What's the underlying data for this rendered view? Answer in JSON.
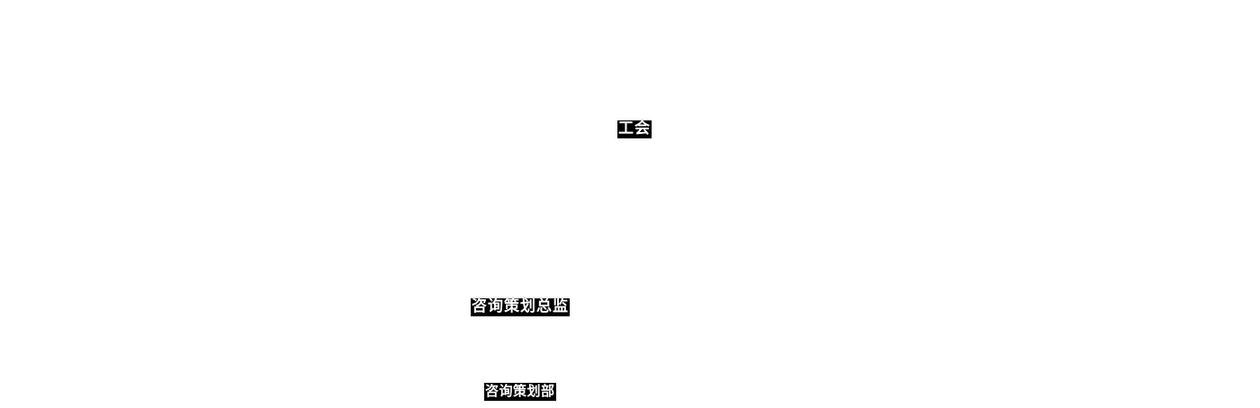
{
  "diagram": {
    "type": "org-chart",
    "background_color": "#ffffff",
    "label_background_color": "#000000",
    "label_text_color": "#ffffff",
    "nodes": [
      {
        "id": "labor-union",
        "label": "工会"
      },
      {
        "id": "consulting-planning-director",
        "label": "咨询策划总监"
      },
      {
        "id": "consulting-planning-department",
        "label": "咨询策划部"
      }
    ]
  }
}
